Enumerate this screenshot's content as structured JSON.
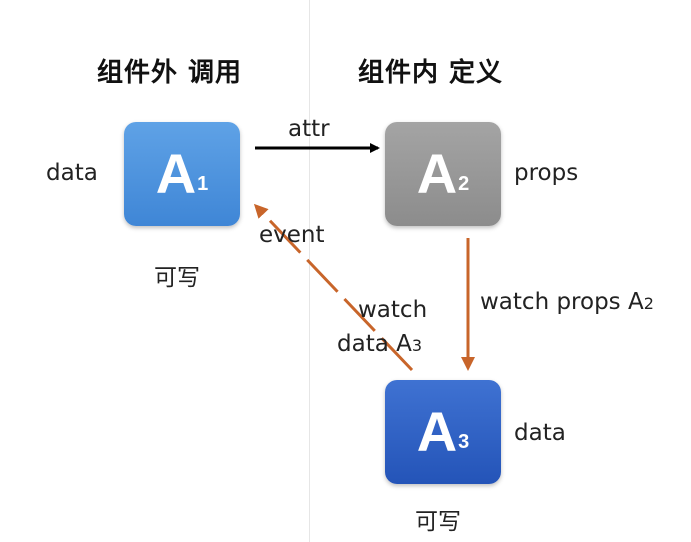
{
  "headings": {
    "outside": "组件外 调用",
    "inside": "组件内 定义"
  },
  "nodes": {
    "a1": {
      "letter": "A",
      "sub": "1",
      "color": "#4a90dc"
    },
    "a2": {
      "letter": "A",
      "sub": "2",
      "color": "#999999"
    },
    "a3": {
      "letter": "A",
      "sub": "3",
      "color": "#2f5fc4"
    }
  },
  "labels": {
    "a1_side": "data",
    "a1_below": "可写",
    "a2_side": "props",
    "a3_side": "data",
    "a3_below": "可写"
  },
  "edges": {
    "attr": {
      "label": "attr",
      "color": "#000000"
    },
    "watch_props": {
      "text": "watch props A",
      "sub": "2",
      "color": "#c8652a"
    },
    "event": {
      "label": "event",
      "color": "#c8652a"
    },
    "watch_data": {
      "line1": "watch",
      "line2": "data A",
      "sub": "3"
    }
  }
}
